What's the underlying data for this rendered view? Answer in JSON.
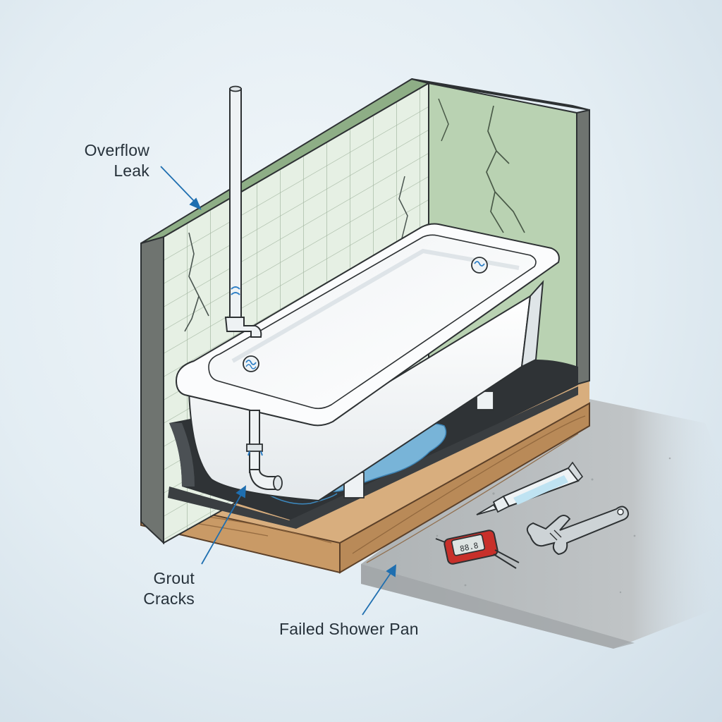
{
  "labels": {
    "overflow_leak": [
      "Overflow",
      "Leak"
    ],
    "grout_cracks": [
      "Grout",
      "Cracks"
    ],
    "failed_shower_pan": "Failed Shower Pan"
  },
  "leak_meter": {
    "display": "88.8"
  },
  "colors": {
    "background": "#e3edf3",
    "tile_wall": "#e6f0e4",
    "green_wall": "#b9d2b2",
    "wall_edge": "#6f7470",
    "tub": "#f7f9fa",
    "water": "#7fc0e6",
    "shower_pan": "#3a3d40",
    "subfloor_wood": "#c99a66",
    "floor": "#b8bcbe",
    "arrow": "#1f6fb0",
    "sealant_tube": "#e9eef0",
    "meter_body": "#c8302a"
  },
  "icons": [
    "water-pipe-icon",
    "overflow-drain-icon",
    "caulk-tube-icon",
    "moisture-meter-icon",
    "wrench-icon"
  ]
}
